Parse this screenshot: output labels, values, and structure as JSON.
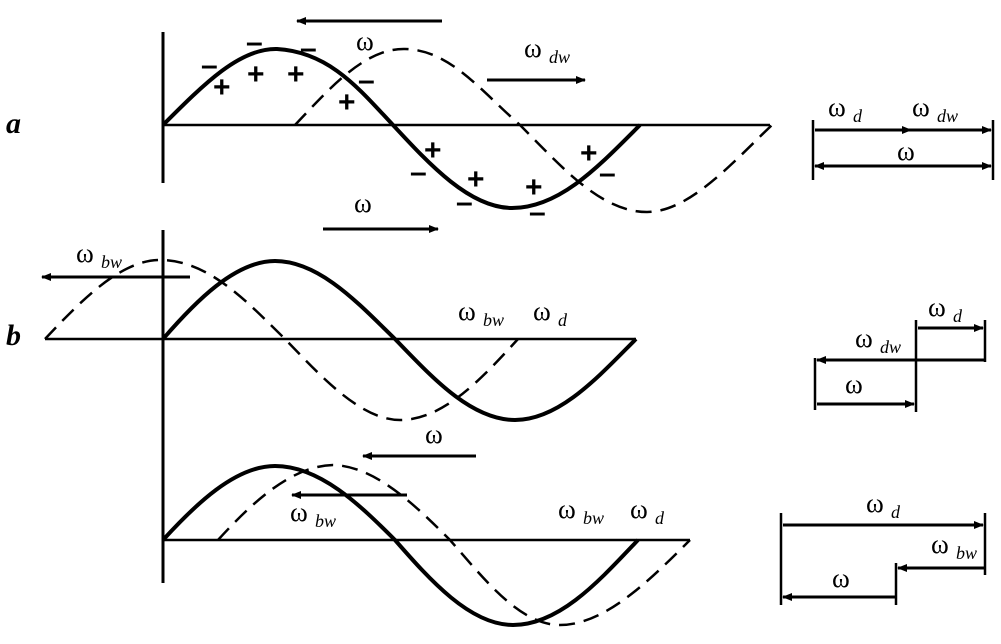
{
  "panels": {
    "a": "a",
    "b": "b"
  },
  "symbols": {
    "omega": "ω",
    "sub_dw": "dw",
    "sub_bw": "bw",
    "sub_d": "d"
  },
  "signs": {
    "plus": "+",
    "minus": "–"
  }
}
